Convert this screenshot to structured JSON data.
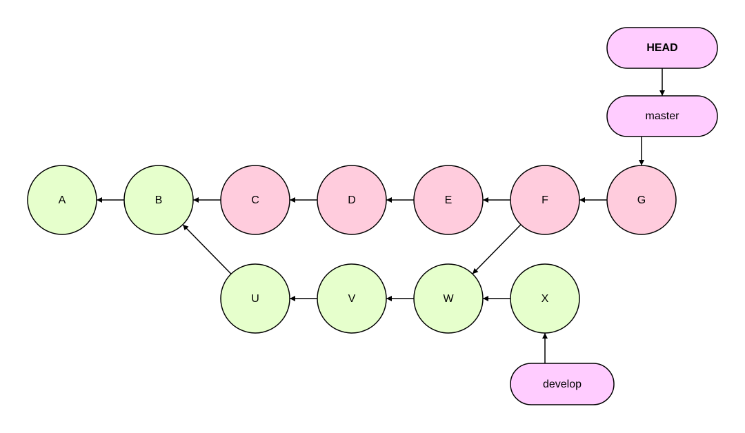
{
  "colors": {
    "green_commit": "#e6ffcc",
    "pink_commit": "#ffccdd",
    "ref_fill": "#ffccff",
    "stroke": "#000000"
  },
  "commits": {
    "A": "A",
    "B": "B",
    "C": "C",
    "D": "D",
    "E": "E",
    "F": "F",
    "G": "G",
    "U": "U",
    "V": "V",
    "W": "W",
    "X": "X"
  },
  "refs": {
    "head": "HEAD",
    "master": "master",
    "develop": "develop"
  },
  "edges": [
    [
      "B",
      "A"
    ],
    [
      "C",
      "B"
    ],
    [
      "D",
      "C"
    ],
    [
      "E",
      "D"
    ],
    [
      "F",
      "E"
    ],
    [
      "G",
      "F"
    ],
    [
      "U",
      "B"
    ],
    [
      "V",
      "U"
    ],
    [
      "W",
      "V"
    ],
    [
      "X",
      "W"
    ],
    [
      "F",
      "W"
    ],
    [
      "head",
      "master"
    ],
    [
      "master",
      "G"
    ],
    [
      "develop",
      "X"
    ]
  ]
}
